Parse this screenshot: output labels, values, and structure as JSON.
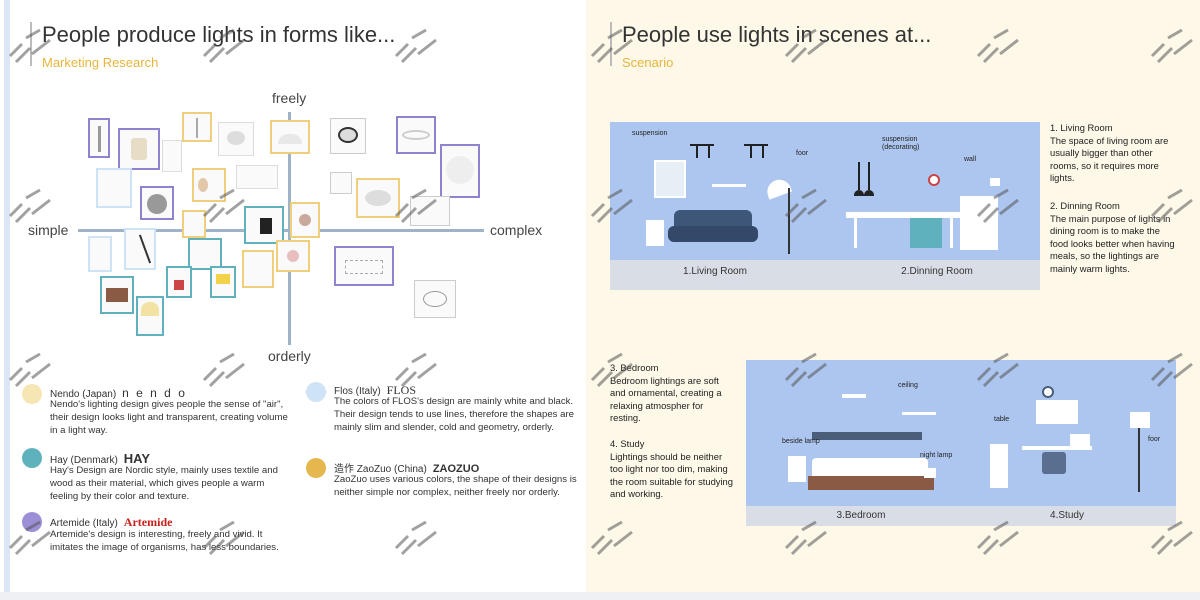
{
  "left": {
    "title": "People produce lights in forms like...",
    "subtitle": "Marketing Research",
    "axis": {
      "top": "freely",
      "bottom": "orderly",
      "left": "simple",
      "right": "complex"
    },
    "brands": [
      {
        "name": "Nendo (Japan)",
        "logo": "n e n d o",
        "color": "#f6e6b4",
        "desc": "Nendo's lighting design gives people the sense of \"air\", their design looks light and transparent, creating volume in a light way."
      },
      {
        "name": "Hay (Denmark)",
        "logo": "HAY",
        "color": "#5fb2bd",
        "desc": "Hay's Design are Nordic style, mainly uses textile and wood as their material, which gives people a warm feeling by their color and texture."
      },
      {
        "name": "Artemide (Italy)",
        "logo": "Artemide",
        "color": "#9c8fd6",
        "desc": "Artemide's design is interesting, freely and vivid. It imitates the image of organisms, has less boundaries."
      },
      {
        "name": "Flos (Italy)",
        "logo": "FLOS",
        "color": "#cfe3f7",
        "desc": "The colors of FLOS's design are mainly white and black. Their design tends to use lines, therefore the shapes are mainly slim and slender, cold and geometry, orderly."
      },
      {
        "name": "造作 ZaoZuo (China)",
        "logo": "ZAOZUO",
        "color": "#e5b84f",
        "desc": "ZaoZuo uses various colors, the shape of their designs is neither simple nor complex, neither freely nor orderly."
      }
    ]
  },
  "right": {
    "title": "People use lights in scenes at...",
    "subtitle": "Scenario",
    "scene_labels": [
      "1.Living Room",
      "2.Dinning Room",
      "3.Bedroom",
      "4.Study"
    ],
    "tags": {
      "suspension": "suspension",
      "foor1": "foor",
      "suspension_dec": "suspension (decorating)",
      "wall": "wall",
      "ceiling": "ceiling",
      "beside_lamp": "beside lamp",
      "table": "table",
      "night_lamp": "night lamp",
      "foor2": "foor"
    },
    "texts": {
      "living_head": "1. Living Room",
      "living_body": "The space of living room are usually bigger than other rooms, so it requires more lights.",
      "dining_head": "2. Dinning Room",
      "dining_body": "The main purpose of lights in dining room is to make the food looks better when having meals, so the lightings are mainly warm lights.",
      "bedroom_head": "3. Bedroom",
      "bedroom_body": "Bedroom lightings are soft and ornamental, creating a relaxing atmospher for resting.",
      "study_head": "4. Study",
      "study_body": "Lightings should be neither too light nor too dim, making the room suitable for studying and working."
    }
  },
  "colors": {
    "accent": "#e7b53d",
    "scene_bg": "#adc6ef",
    "right_bg": "#fdf8e8",
    "purple": "#8e83cf",
    "teal": "#5fb2bd",
    "yellow": "#f0cf7c"
  }
}
